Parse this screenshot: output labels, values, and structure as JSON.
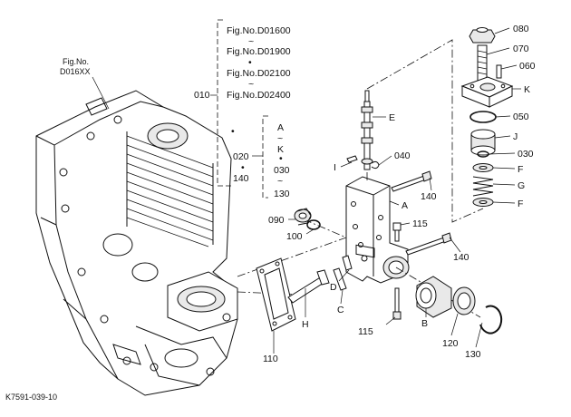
{
  "figure_refs": {
    "housing_ref_line1": "Fig.No.",
    "housing_ref_line2": "D016XX",
    "range_1": "Fig.No.D01600",
    "range_2": "Fig.No.D01900",
    "range_3": "Fig.No.D02100",
    "range_4": "Fig.No.D02400"
  },
  "group_labels": {
    "g010": "010",
    "g020": "020",
    "g140": "140",
    "g030": "030",
    "g130": "130",
    "A": "A",
    "K": "K",
    "tilde": "~",
    "dot": "•"
  },
  "callouts": {
    "c080": "080",
    "c070": "070",
    "c060": "060",
    "cK": "K",
    "c050": "050",
    "cJ": "J",
    "c030": "030",
    "cF1": "F",
    "cG": "G",
    "cF2": "F",
    "cE": "E",
    "cI": "I",
    "c040": "040",
    "c140a": "140",
    "cA": "A",
    "c090": "090",
    "c100": "100",
    "c115a": "115",
    "c140b": "140",
    "cD": "D",
    "cH": "H",
    "cC": "C",
    "cB": "B",
    "c115b": "115",
    "c120": "120",
    "c130": "130",
    "c110": "110"
  },
  "footer": {
    "drawing_code": "K7591-039-10"
  }
}
